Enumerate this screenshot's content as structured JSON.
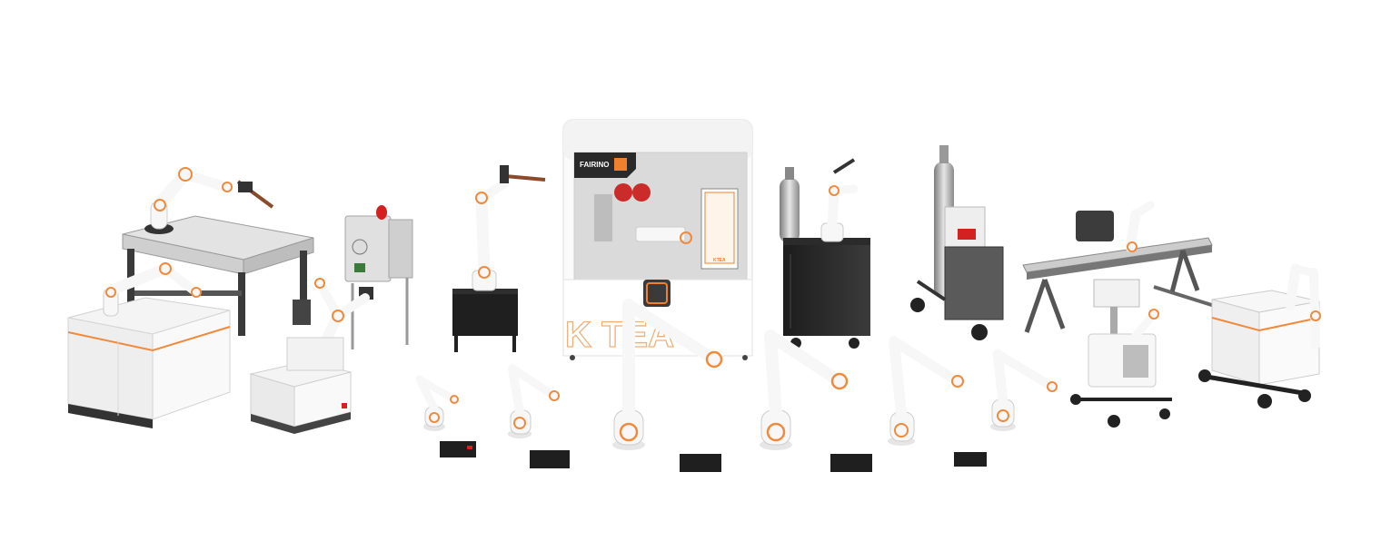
{
  "kiosk": {
    "brand_label": "FAIRINO",
    "front_text": "K TEA",
    "screen_label": "KTEA"
  },
  "colors": {
    "accent": "#f08a3c",
    "brand_orange": "#f07f2e",
    "robot_white": "#f7f7f7",
    "cabinet_dark": "#222222",
    "steel": "#9a9a9a"
  }
}
